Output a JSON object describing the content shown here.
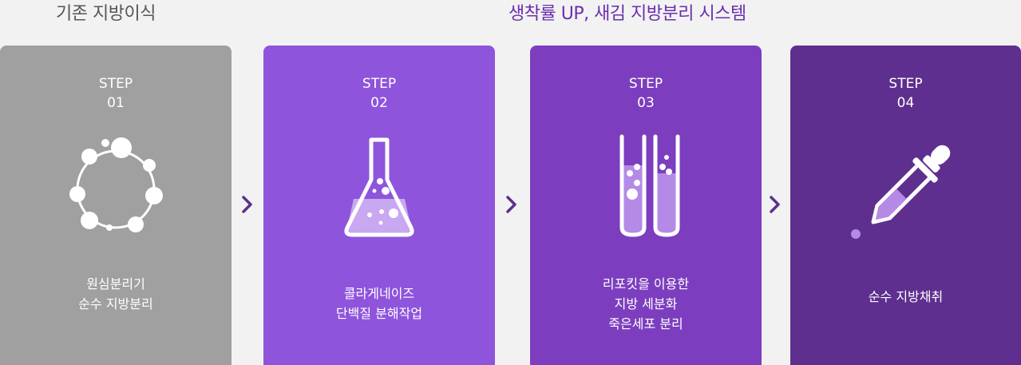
{
  "headings": {
    "left": "기존 지방이식",
    "right": "생착률 UP, 새김 지방분리 시스템"
  },
  "colors": {
    "card1": "#a0a0a0",
    "card2": "#8e54dc",
    "card3": "#7c3ebf",
    "card4": "#5e2f8e",
    "arrow": "#5e2f8e",
    "heading_accent": "#6a2fae"
  },
  "steps": [
    {
      "label": "STEP",
      "number": "01",
      "icon": "molecule-ring-icon",
      "lines": [
        "원심분리기",
        "순수 지방분리"
      ]
    },
    {
      "label": "STEP",
      "number": "02",
      "icon": "flask-icon",
      "lines": [
        "콜라게네이즈",
        "단백질 분해작업"
      ]
    },
    {
      "label": "STEP",
      "number": "03",
      "icon": "test-tubes-icon",
      "lines": [
        "리포킷을 이용한",
        "지방 세분화",
        "죽은세포 분리"
      ]
    },
    {
      "label": "STEP",
      "number": "04",
      "icon": "dropper-icon",
      "lines": [
        "순수 지방채취"
      ]
    }
  ]
}
